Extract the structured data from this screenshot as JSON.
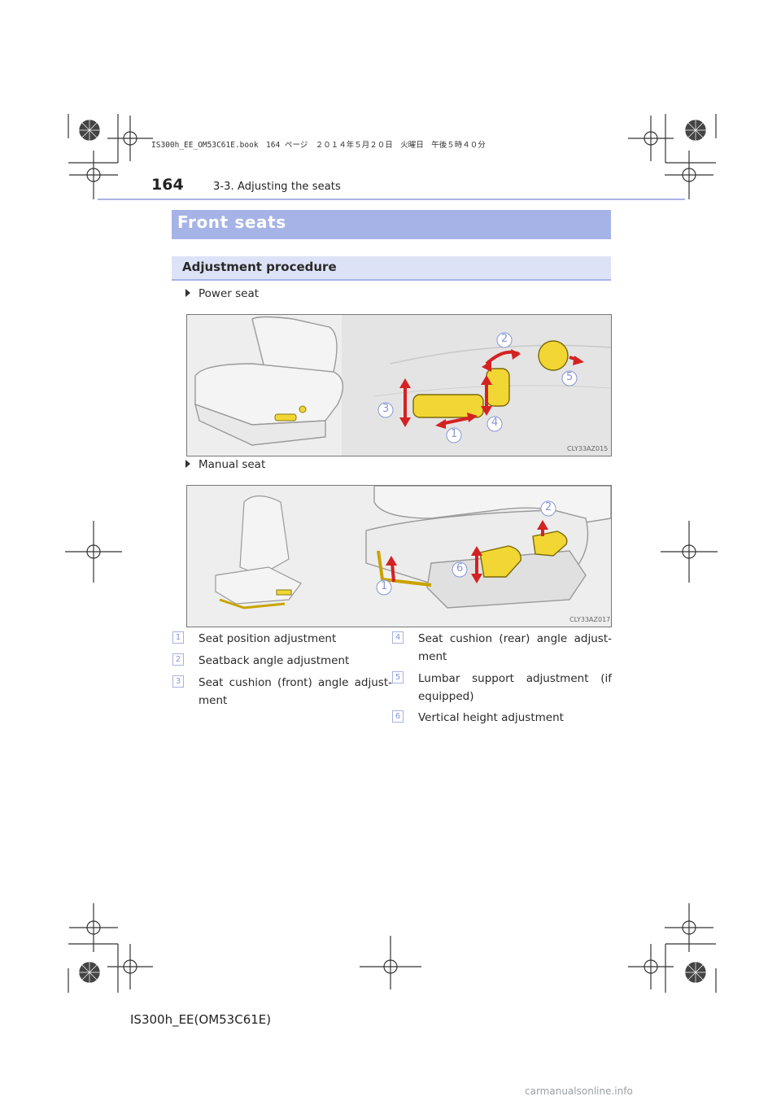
{
  "header": {
    "page_number": "164",
    "section_title": "3-3. Adjusting the seats",
    "book_info": "IS300h_EE_OM53C61E.book　164 ページ　２０１４年５月２０日　火曜日　午後５時４０分"
  },
  "main_heading": "Front seats",
  "sub_heading": "Adjustment procedure",
  "power_seat": {
    "label": "Power seat",
    "figure_code": "CLY33AZ015",
    "callouts": [
      "1",
      "2",
      "3",
      "4",
      "5"
    ]
  },
  "manual_seat": {
    "label": "Manual seat",
    "figure_code": "CLY33AZ017",
    "callouts": [
      "1",
      "2",
      "6"
    ]
  },
  "legend": [
    {
      "num": "1",
      "text": "Seat position adjustment"
    },
    {
      "num": "2",
      "text": "Seatback angle adjustment"
    },
    {
      "num": "3",
      "text": "Seat cushion (front) angle adjust-ment"
    },
    {
      "num": "4",
      "text": "Seat cushion (rear) angle adjust-ment"
    },
    {
      "num": "5",
      "text": "Lumbar support adjustment (if equipped)"
    },
    {
      "num": "6",
      "text": "Vertical height adjustment"
    }
  ],
  "footer": {
    "model": "IS300h_EE(OM53C61E)"
  },
  "watermark": "carmanualsonline.info",
  "colors": {
    "heading_blue": "#a6b3e6",
    "subheading_blue": "#dde3f7",
    "control_yellow": "#f2d633",
    "arrow_red": "#d42222",
    "callout_blue": "#8796d3"
  }
}
